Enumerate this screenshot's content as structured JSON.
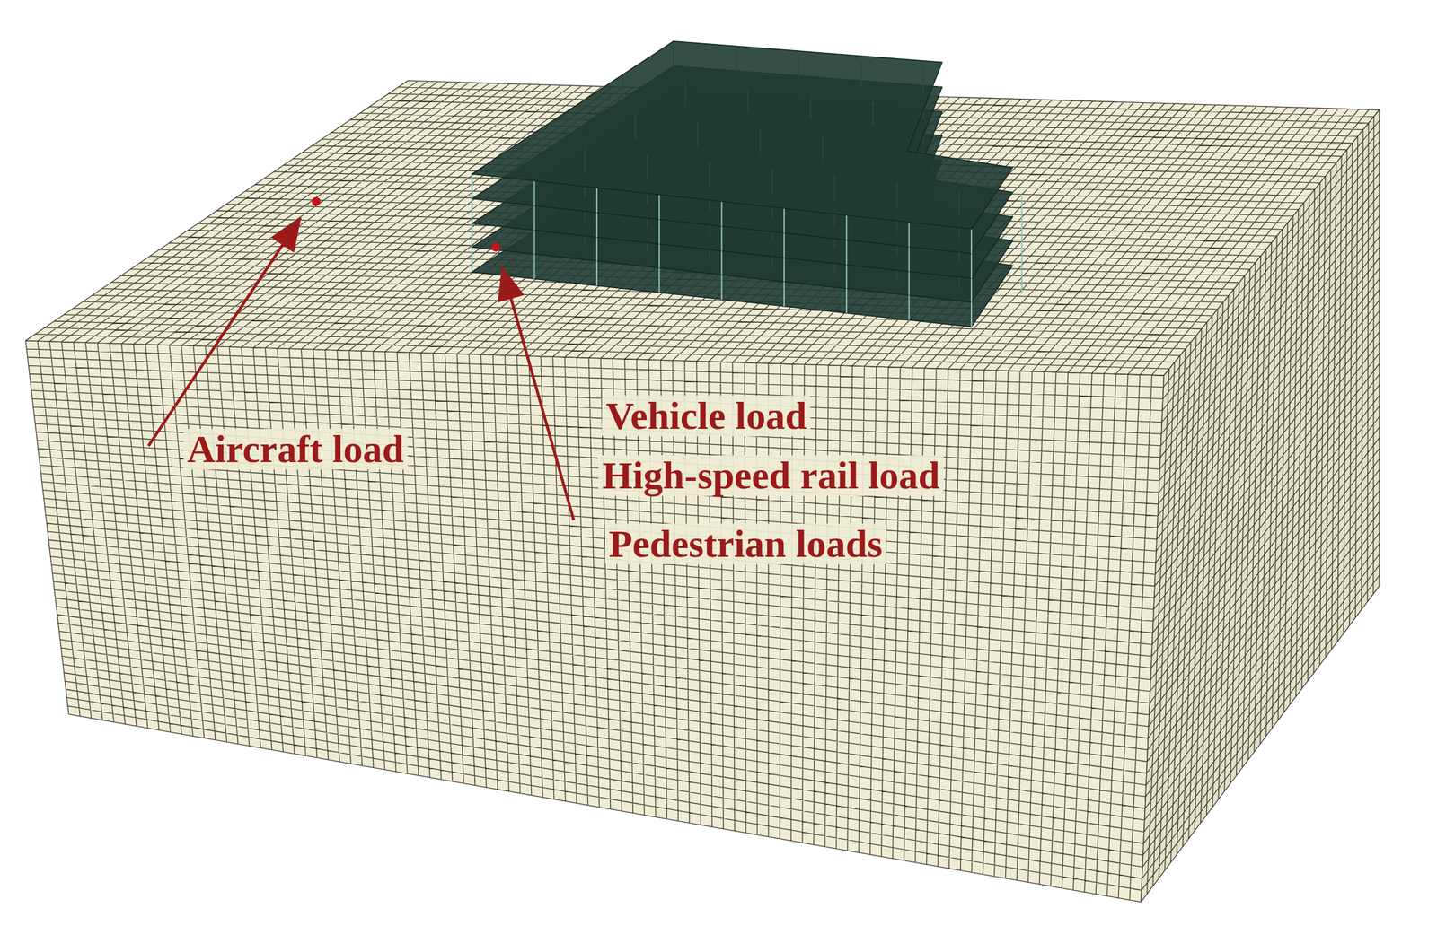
{
  "diagram": {
    "labels": [
      "Aircraft load",
      "Vehicle load",
      "High-speed rail load",
      "Pedestrian loads"
    ]
  }
}
